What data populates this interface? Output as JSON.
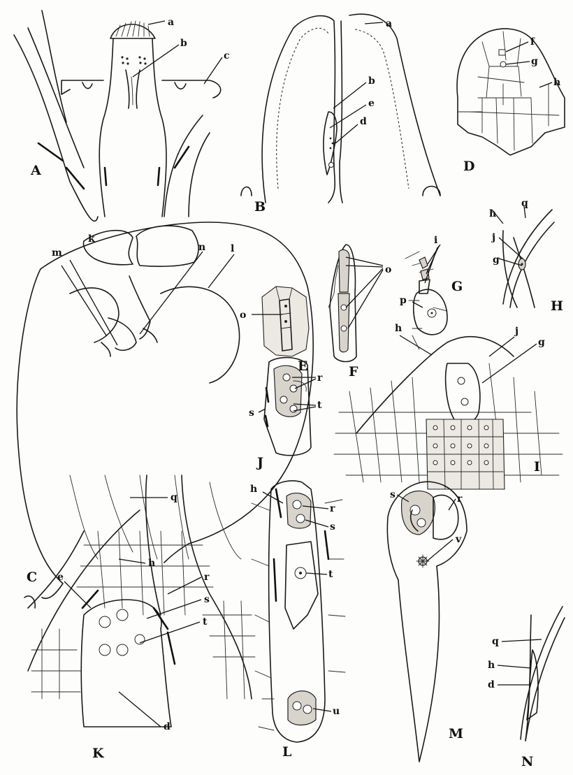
{
  "figures": {
    "A": {
      "label": "A",
      "parts": [
        "a",
        "b",
        "c"
      ]
    },
    "B": {
      "label": "B",
      "parts": [
        "a",
        "b",
        "e",
        "d"
      ]
    },
    "C": {
      "label": "C",
      "parts": [
        "k",
        "m",
        "n",
        "l"
      ]
    },
    "D": {
      "label": "D",
      "parts": [
        "f",
        "g",
        "h"
      ]
    },
    "E": {
      "label": "E",
      "parts": [
        "o"
      ]
    },
    "F": {
      "label": "F",
      "parts": [
        "o"
      ]
    },
    "G": {
      "label": "G",
      "parts": [
        "i",
        "p"
      ]
    },
    "H": {
      "label": "H",
      "parts": [
        "q",
        "h",
        "j",
        "g"
      ]
    },
    "I": {
      "label": "I",
      "parts": [
        "h",
        "j",
        "g"
      ]
    },
    "J": {
      "label": "J",
      "parts": [
        "r",
        "s",
        "t"
      ]
    },
    "K": {
      "label": "K",
      "parts": [
        "q",
        "h",
        "e",
        "r",
        "s",
        "t",
        "d"
      ]
    },
    "L": {
      "label": "L",
      "parts": [
        "h",
        "r",
        "s",
        "t",
        "u"
      ]
    },
    "M": {
      "label": "M",
      "parts": [
        "s",
        "r",
        "v"
      ]
    },
    "N": {
      "label": "N",
      "parts": [
        "q",
        "h",
        "d"
      ]
    }
  }
}
